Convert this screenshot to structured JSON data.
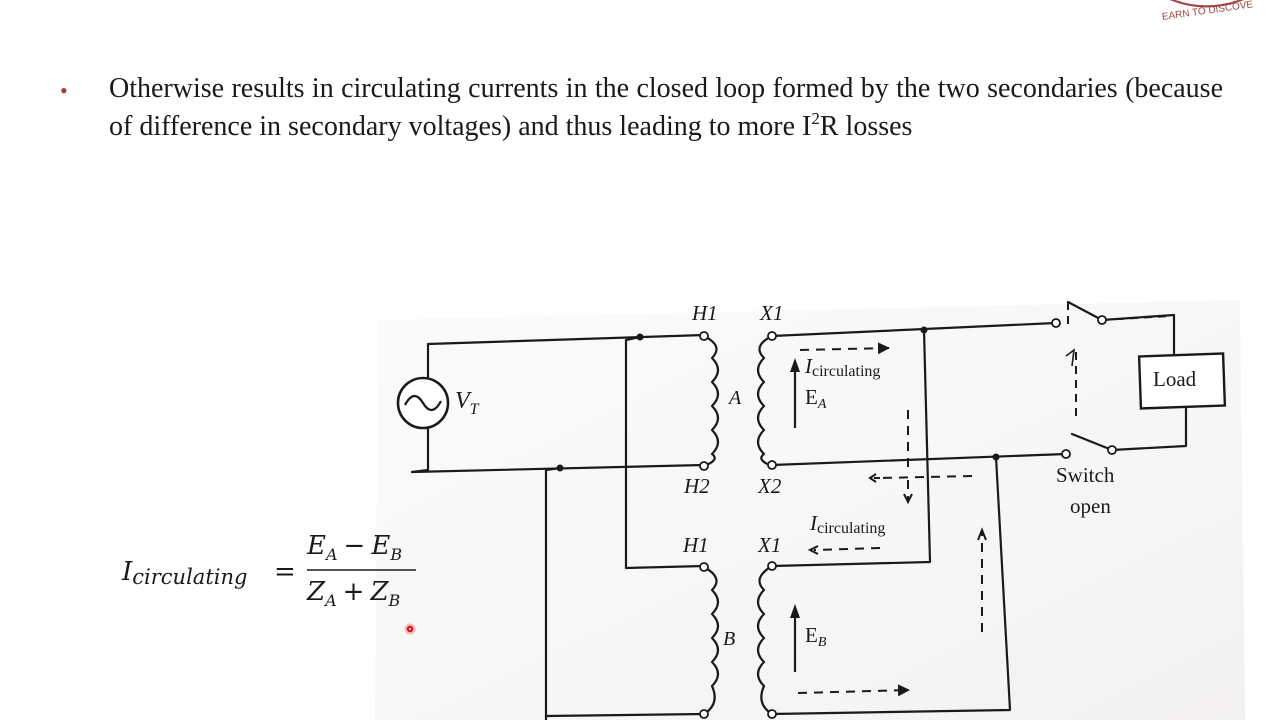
{
  "logo": {
    "text": "EARN TO DISCOVE"
  },
  "slide": {
    "bullet_text_pre": "Otherwise results in circulating currents in the closed loop formed by the two secondaries (because of difference in secondary voltages) and thus leading to more I",
    "bullet_sup": "2",
    "bullet_text_post": "R losses"
  },
  "formula": {
    "lhs_symbol": "I",
    "lhs_subscript": "circulating",
    "equals": "=",
    "num_a": "E",
    "num_a_sub": "A",
    "num_minus": "−",
    "num_b": "E",
    "num_b_sub": "B",
    "den_a": "Z",
    "den_a_sub": "A",
    "den_plus": "+",
    "den_b": "Z",
    "den_b_sub": "B"
  },
  "diagram": {
    "source_label": "V",
    "source_sub": "T",
    "xfmr_a": {
      "h1": "H1",
      "x1": "X1",
      "h2": "H2",
      "x2": "X2",
      "core": "A",
      "emf": "E",
      "emf_sub": "A",
      "current_label": "I",
      "current_sub": "circulating"
    },
    "xfmr_b": {
      "h1": "H1",
      "x1": "X1",
      "core": "B",
      "emf": "E",
      "emf_sub": "B",
      "current_label": "I",
      "current_sub": "circulating"
    },
    "load_label": "Load",
    "switch_line1": "Switch",
    "switch_line2": "open"
  }
}
